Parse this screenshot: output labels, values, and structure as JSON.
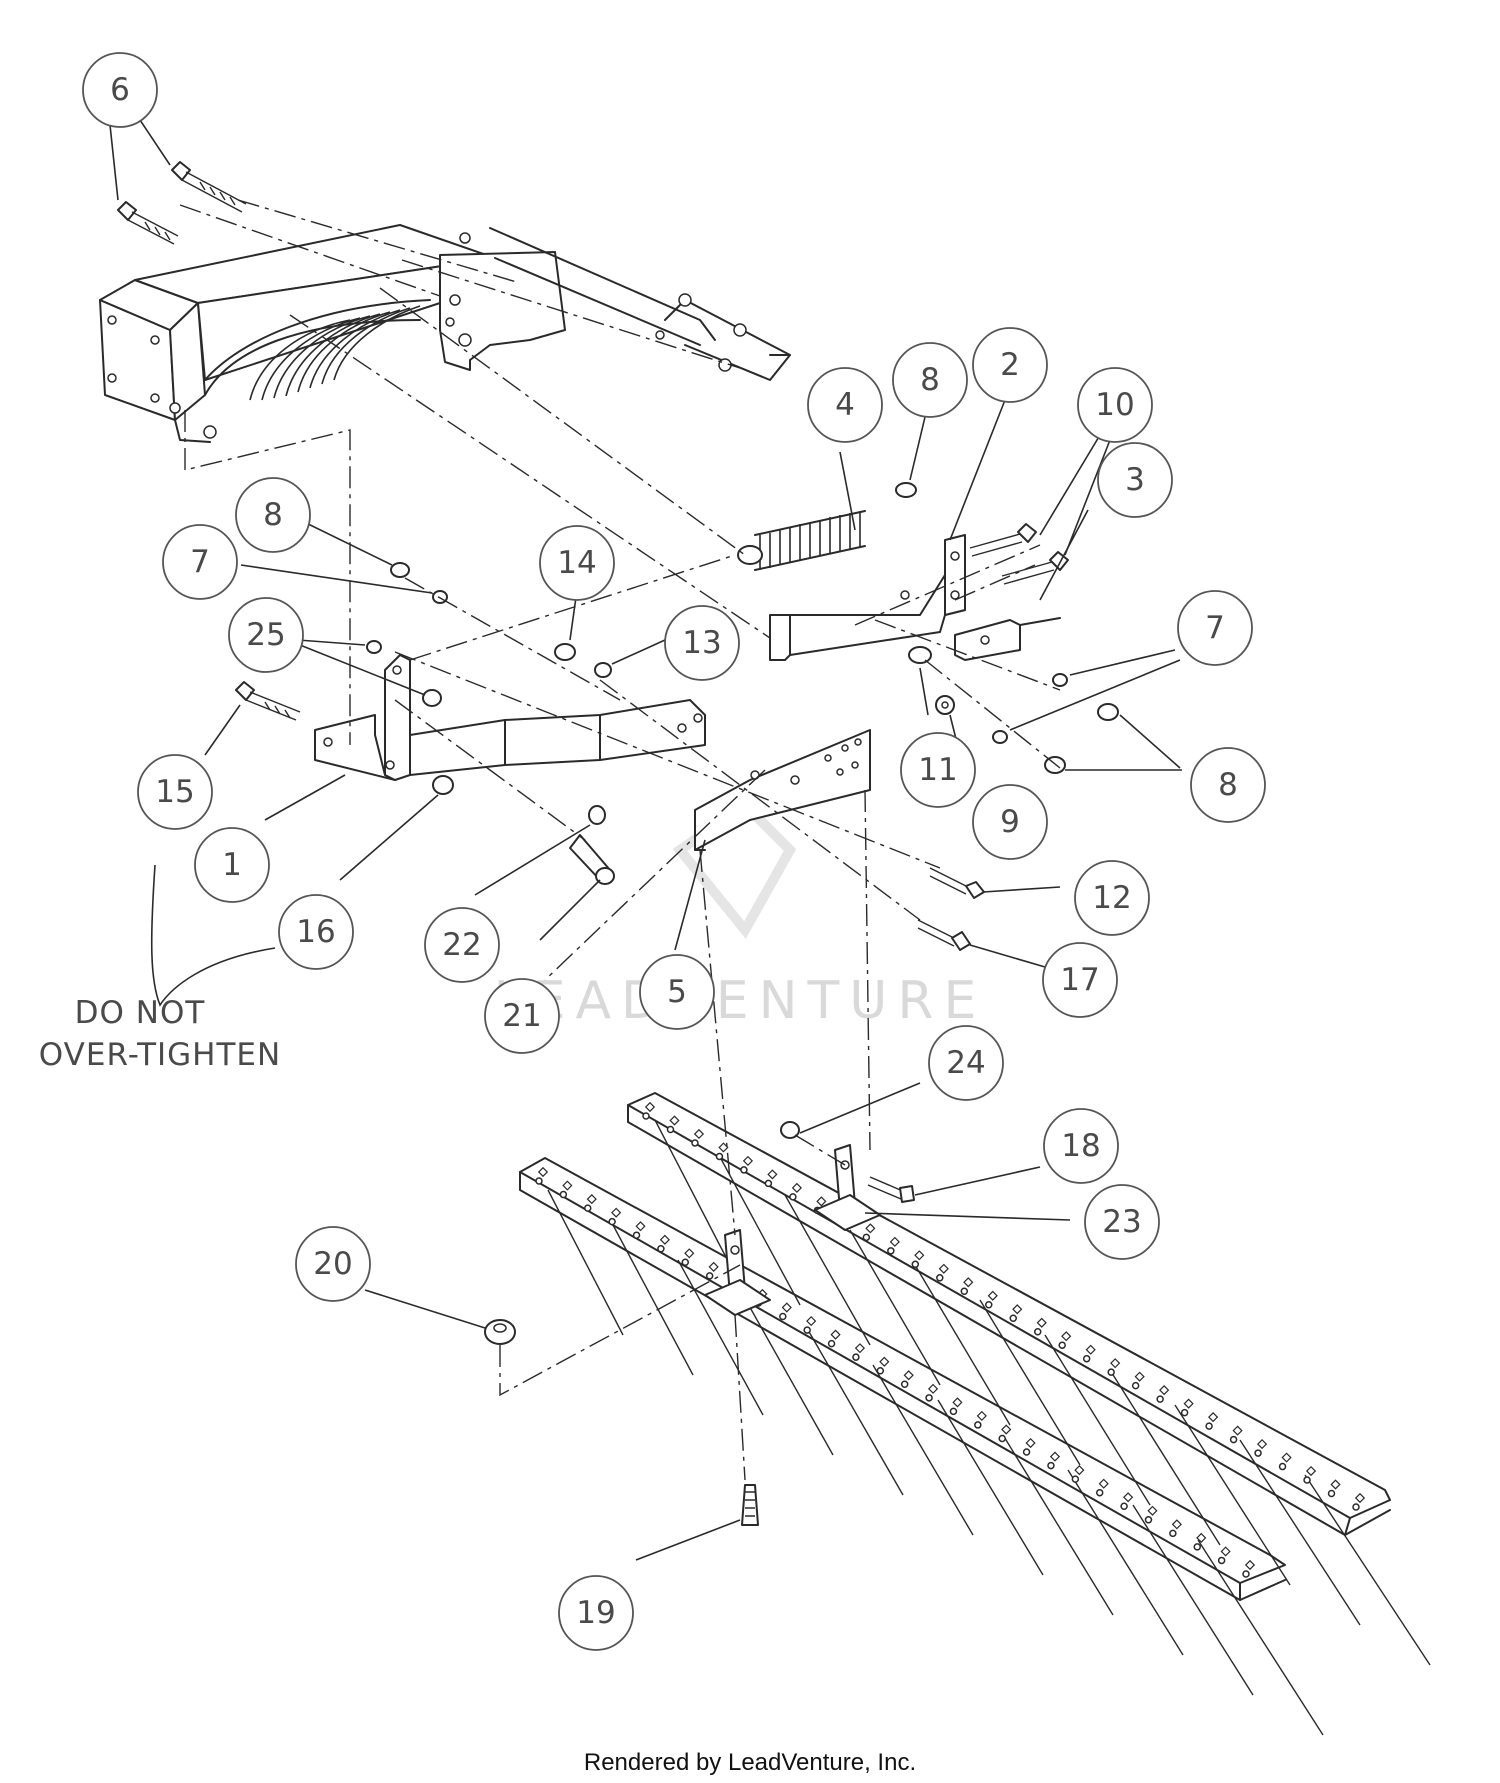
{
  "callouts": [
    {
      "id": "c6",
      "label": "6"
    },
    {
      "id": "c4",
      "label": "4"
    },
    {
      "id": "c8a",
      "label": "8"
    },
    {
      "id": "c2",
      "label": "2"
    },
    {
      "id": "c10",
      "label": "10"
    },
    {
      "id": "c3",
      "label": "3"
    },
    {
      "id": "c8b",
      "label": "8"
    },
    {
      "id": "c7a",
      "label": "7"
    },
    {
      "id": "c14",
      "label": "14"
    },
    {
      "id": "c25",
      "label": "25"
    },
    {
      "id": "c13",
      "label": "13"
    },
    {
      "id": "c7b",
      "label": "7"
    },
    {
      "id": "c15",
      "label": "15"
    },
    {
      "id": "c11",
      "label": "11"
    },
    {
      "id": "c9",
      "label": "9"
    },
    {
      "id": "c8c",
      "label": "8"
    },
    {
      "id": "c1",
      "label": "1"
    },
    {
      "id": "c12",
      "label": "12"
    },
    {
      "id": "c16",
      "label": "16"
    },
    {
      "id": "c22",
      "label": "22"
    },
    {
      "id": "c17",
      "label": "17"
    },
    {
      "id": "c5",
      "label": "5"
    },
    {
      "id": "c21",
      "label": "21"
    },
    {
      "id": "c24",
      "label": "24"
    },
    {
      "id": "c18",
      "label": "18"
    },
    {
      "id": "c23",
      "label": "23"
    },
    {
      "id": "c20",
      "label": "20"
    },
    {
      "id": "c19",
      "label": "19"
    }
  ],
  "note": {
    "line1": "DO NOT",
    "line2": "OVER-TIGHTEN"
  },
  "watermark": "LEADVENTURE",
  "credit": "Rendered by LeadVenture, Inc."
}
